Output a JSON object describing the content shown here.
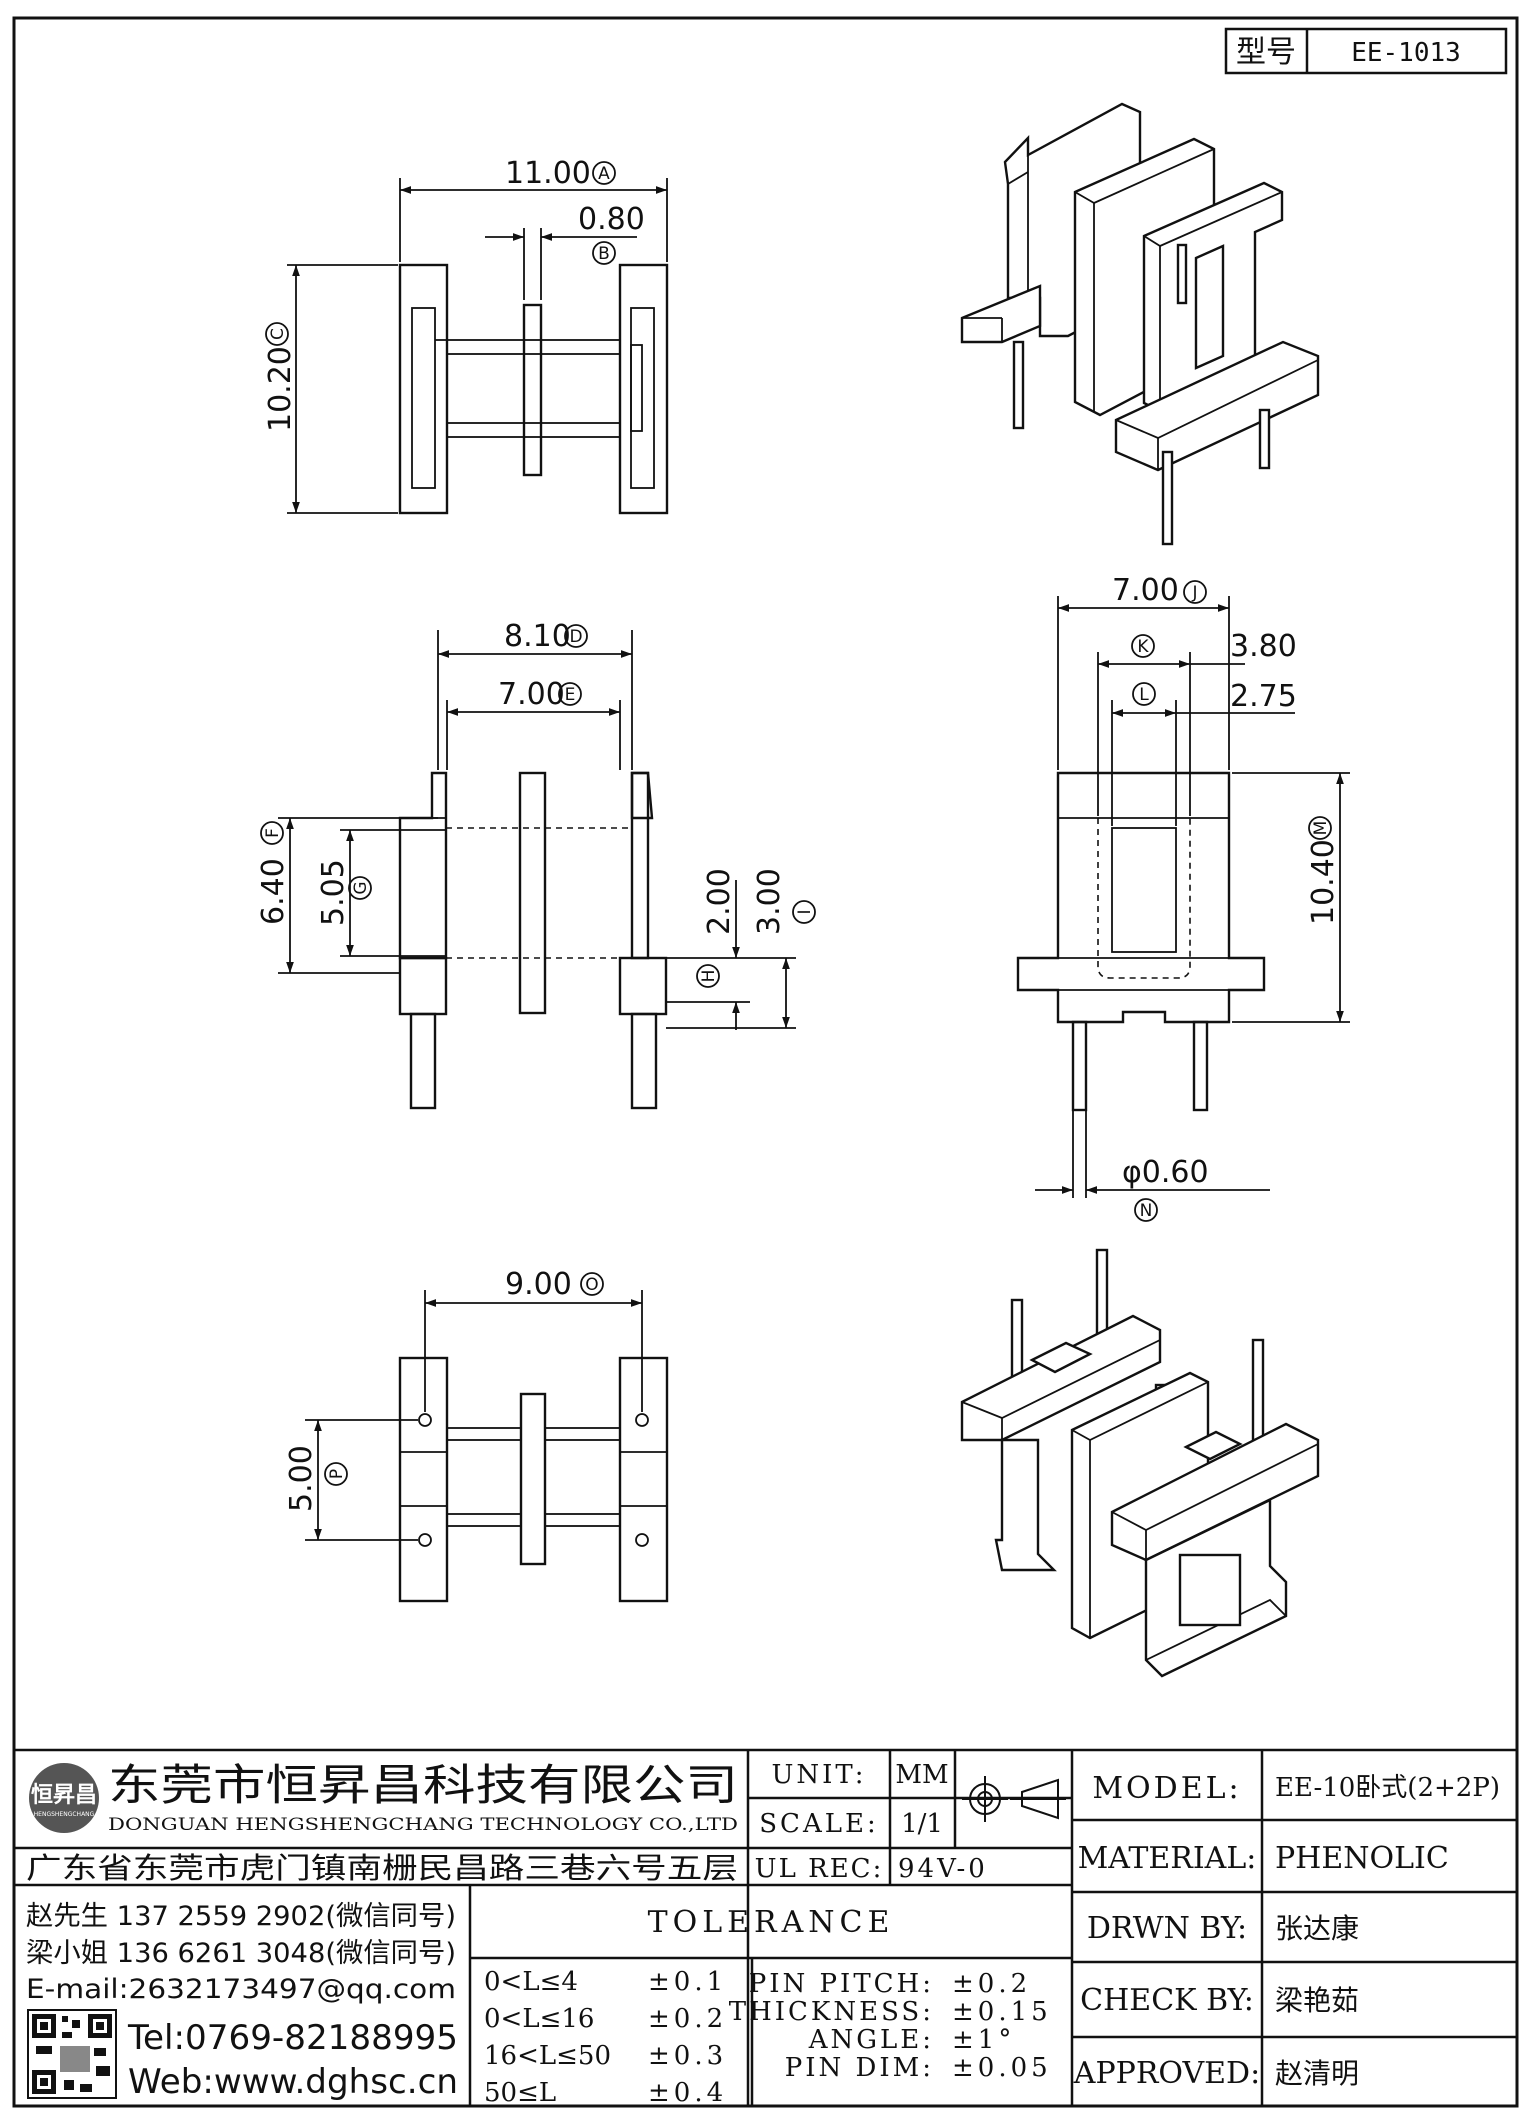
{
  "model_box": {
    "label": "型号",
    "value": "EE-1013"
  },
  "dims": {
    "A": {
      "value": "11.00",
      "code": "A"
    },
    "B": {
      "value": "0.80",
      "code": "B"
    },
    "C": {
      "value": "10.20",
      "code": "C"
    },
    "D": {
      "value": "8.10",
      "code": "D"
    },
    "E": {
      "value": "7.00",
      "code": "E"
    },
    "F": {
      "value": "6.40",
      "code": "F"
    },
    "G": {
      "value": "5.05",
      "code": "G"
    },
    "H": {
      "value": "2.00",
      "code": "H"
    },
    "I": {
      "value": "3.00",
      "code": "I"
    },
    "J": {
      "value": "7.00",
      "code": "J"
    },
    "K": {
      "value": "3.80",
      "code": "K"
    },
    "L": {
      "value": "2.75",
      "code": "L"
    },
    "M": {
      "value": "10.40",
      "code": "M"
    },
    "N": {
      "value": "φ0.60",
      "code": "N"
    },
    "O": {
      "value": "9.00",
      "code": "O"
    },
    "P": {
      "value": "5.00",
      "code": "P"
    }
  },
  "company": {
    "name_cn": "东莞市恒昇昌科技有限公司",
    "name_en": "DONGUAN HENGSHENGCHANG TECHNOLOGY CO.,LTD",
    "logo_text": "恒昇昌",
    "logo_sub": "HENGSHENGCHANG",
    "address": "广东省东莞市虎门镇南栅民昌路三巷六号五层",
    "contact1": "赵先生 137 2559 2902(微信同号)",
    "contact2": "梁小姐 136 6261 3048(微信同号)",
    "email": "E-mail:2632173497@qq.com",
    "tel": "Tel:0769-82188995",
    "web": "Web:www.dghsc.cn"
  },
  "title_block": {
    "unit_label": "UNIT:",
    "unit_value": "MM",
    "scale_label": "SCALE:",
    "scale_value": "1/1",
    "ulrec_label": "UL REC:",
    "ulrec_value": "94V-0",
    "model_label": "MODEL:",
    "model_value": "EE-10卧式(2+2P)",
    "material_label": "MATERIAL:",
    "material_value": "PHENOLIC",
    "drawn_label": "DRWN BY:",
    "drawn_value": "张达康",
    "check_label": "CHECK BY:",
    "check_value": "梁艳茹",
    "approved_label": "APPROVED:",
    "approved_value": "赵清明"
  },
  "tolerance": {
    "title": "TOLERANCE",
    "rows": [
      {
        "range": "0<L≤4",
        "tol": "±0.1"
      },
      {
        "range": "0<L≤16",
        "tol": "±0.2"
      },
      {
        "range": "16<L≤50",
        "tol": "±0.3"
      },
      {
        "range": "50≤L",
        "tol": "±0.4"
      }
    ],
    "specs": [
      {
        "label": "PIN PITCH:",
        "value": "±0.2"
      },
      {
        "label": "THICKNESS:",
        "value": "±0.15"
      },
      {
        "label": "ANGLE:",
        "value": "±1°"
      },
      {
        "label": "PIN DIM:",
        "value": "±0.05"
      }
    ]
  }
}
